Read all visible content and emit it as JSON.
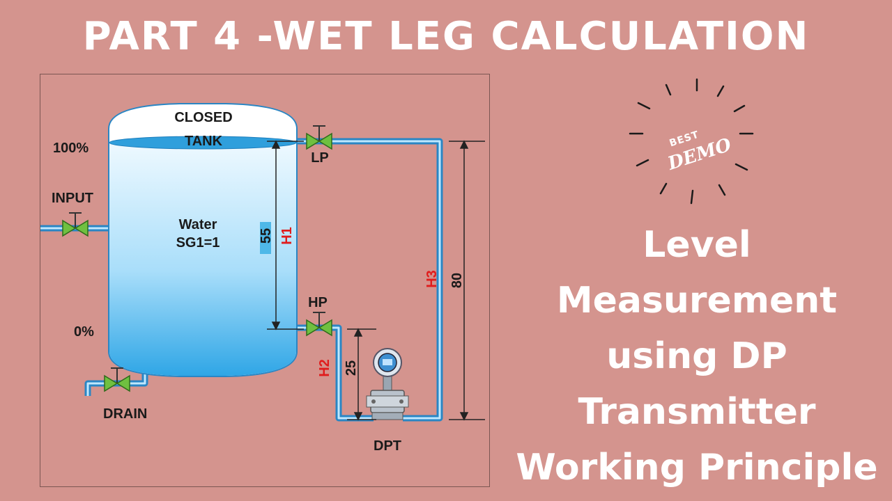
{
  "title": "PART 4 -WET LEG CALCULATION",
  "diagram": {
    "tank_label_top": "CLOSED",
    "tank_label_bottom": "TANK",
    "level_100": "100%",
    "level_0": "0%",
    "input_label": "INPUT",
    "drain_label": "DRAIN",
    "fluid_name": "Water",
    "fluid_sg": "SG1=1",
    "lp_label": "LP",
    "hp_label": "HP",
    "dpt_label": "DPT",
    "h1_label": "H1",
    "h1_value": "55",
    "h2_label": "H2",
    "h2_value": "25",
    "h3_label": "H3",
    "h3_value": "80"
  },
  "badge": {
    "top": "BEST",
    "main": "DEMO"
  },
  "subtitle_lines": [
    "Level",
    "Measurement",
    "using DP",
    "Transmitter",
    "Working Principle"
  ],
  "colors": {
    "background": "#d4948e",
    "water": "#4fb8e8",
    "valve": "#6fc040",
    "pipe": "#5ab4e6",
    "dimension_red": "#e01c1c"
  }
}
